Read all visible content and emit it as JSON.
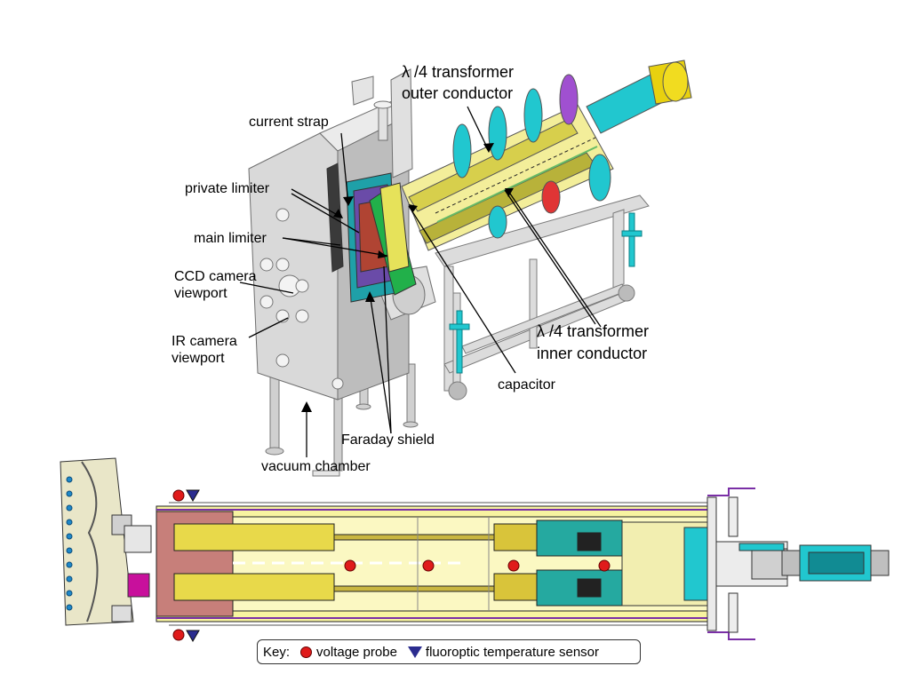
{
  "top_labels": {
    "transformer_outer_line1": "λ /4 transformer",
    "transformer_outer_line2": "outer conductor",
    "current_strap": "current strap",
    "private_limiter": "private limiter",
    "main_limiter": "main limiter",
    "ccd_line1": "CCD camera",
    "ccd_line2": "viewport",
    "ir_line1": "IR camera",
    "ir_line2": "viewport",
    "transformer_inner_line1": "λ /4 transformer",
    "transformer_inner_line2": "inner conductor",
    "capacitor": "capacitor",
    "faraday_shield": "Faraday shield",
    "vacuum_chamber": "vacuum chamber"
  },
  "key": {
    "title": "Key:",
    "voltage_probe": "voltage probe",
    "temperature_sensor": "fluoroptic temperature sensor"
  },
  "colors": {
    "voltage_probe": "#e01b1b",
    "temperature_sensor": "#2b2c8f",
    "conductor_yellow": "#f7f3a0",
    "cyan": "#21c7cf",
    "chamber_grey": "#c9c9c9"
  }
}
